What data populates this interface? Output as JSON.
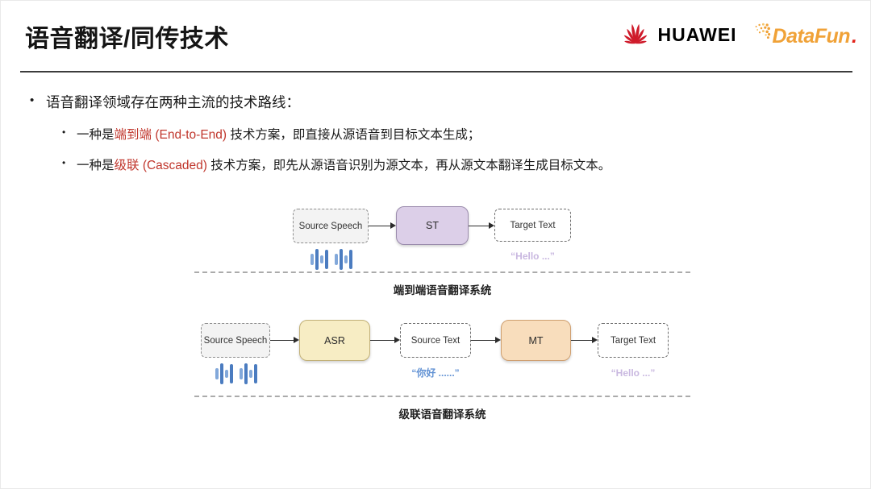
{
  "header": {
    "title": "语音翻译/同传技术",
    "huawei_wordmark": "HUAWEI",
    "datafun_wordmark": "DataFun",
    "datafun_period": "."
  },
  "bullets": {
    "intro": "语音翻译领域存在两种主流的技术路线：",
    "item_end2end": {
      "pre": "一种是",
      "highlight": "端到端 (End-to-End)",
      "post": " 技术方案，即直接从源语音到目标文本生成；"
    },
    "item_cascaded": {
      "pre": "一种是",
      "highlight": "级联 (Cascaded)",
      "post": " 技术方案，即先从源语音识别为源文本，再从源文本翻译生成目标文本。"
    }
  },
  "diagram_end2end": {
    "caption": "端到端语音翻译系统",
    "nodes": {
      "source_speech": "Source Speech",
      "st": "ST",
      "target_text": "Target Text"
    },
    "target_sample": "“Hello ...”"
  },
  "diagram_cascaded": {
    "caption": "级联语音翻译系统",
    "nodes": {
      "source_speech": "Source Speech",
      "asr": "ASR",
      "source_text": "Source Text",
      "mt": "MT",
      "target_text": "Target Text"
    },
    "source_sample": "“你好 ......”",
    "target_sample": "“Hello ...”"
  },
  "icons": {
    "waveform": "waveform-icon",
    "huawei_flower": "huawei-flower-icon",
    "datafun_dots": "datafun-dots-icon"
  },
  "colors": {
    "accent_red": "#c0362c",
    "st_fill": "#dccfe8",
    "asr_fill": "#f7edc4",
    "mt_fill": "#f8ddbc",
    "waveform_blue": "#4b7cc0",
    "sample_blue": "#6292d4",
    "sample_purple": "#c9b8e0",
    "huawei_red": "#cf1b2b",
    "datafun_orange": "#f0a238"
  }
}
